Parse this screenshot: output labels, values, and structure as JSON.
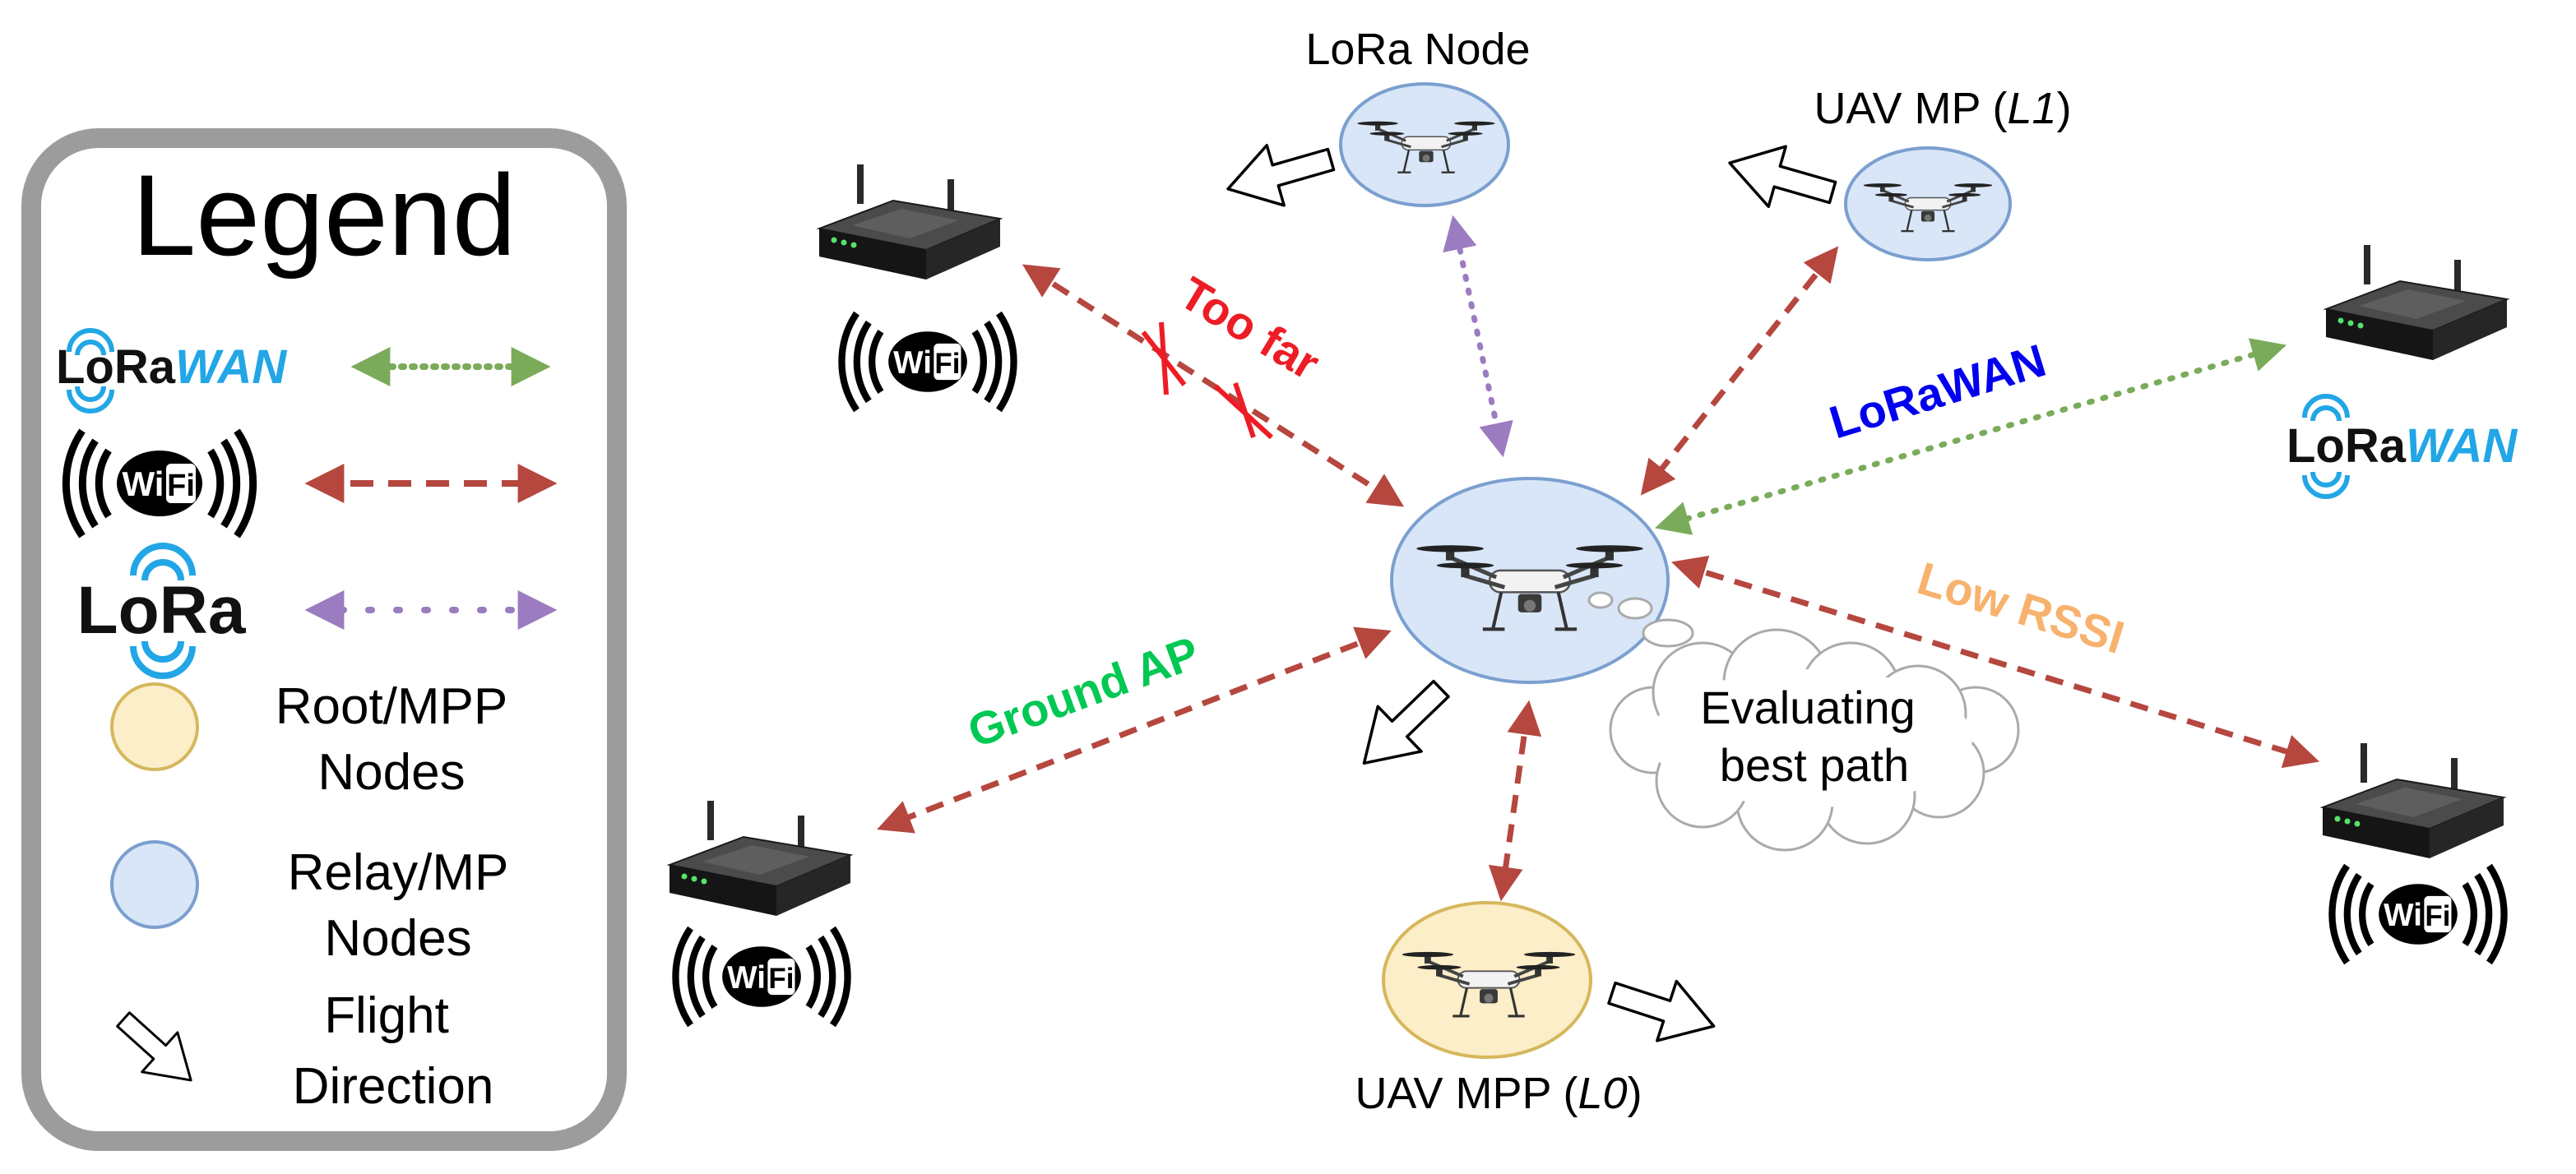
{
  "legend": {
    "title": "Legend",
    "lorawan_logo": {
      "text_lora": "LoRa",
      "text_wan": "WAN"
    },
    "wifi_logo": {
      "text_wi": "Wi",
      "text_fi": "Fi"
    },
    "lora_logo": {
      "text": "LoRa"
    },
    "root_label_1": "Root/MPP",
    "root_label_2": "Nodes",
    "relay_label_1": "Relay/MP",
    "relay_label_2": "Nodes",
    "flight_label_1": "Flight",
    "flight_label_2": "Direction"
  },
  "labels": {
    "lora_node": "LoRa Node",
    "uav_mp_prefix": "UAV MP (",
    "uav_mp_level": "L1",
    "uav_mp_suffix": ")",
    "uav_mpp_prefix": "UAV MPP (",
    "uav_mpp_level": "L0",
    "uav_mpp_suffix": ")",
    "too_far": "Too far",
    "lorawan": "LoRaWAN",
    "low_rssi": "Low RSSI",
    "ground_ap": "Ground AP",
    "thought_1": "Evaluating",
    "thought_2": "best path"
  },
  "wifi_badge": {
    "text_wi": "Wi",
    "text_fi": "Fi"
  },
  "lorawan_badge": {
    "text_lora": "LoRa",
    "text_wan": "WAN"
  },
  "colors": {
    "wifi_link": "#b5473f",
    "lora_link": "#9b7cc0",
    "lorawan_link": "#7aab5a",
    "too_far": "#ee1c25",
    "lorawan_text": "#0000ee",
    "low_rssi": "#f7b26e",
    "ground_ap": "#00c853",
    "relay_fill": "#d8e6f8",
    "relay_stroke": "#7b9fcf",
    "root_fill": "#fbeec8",
    "root_stroke": "#d6b75c",
    "lora_blue": "#22a6e6",
    "legend_border": "#9c9c9c"
  }
}
